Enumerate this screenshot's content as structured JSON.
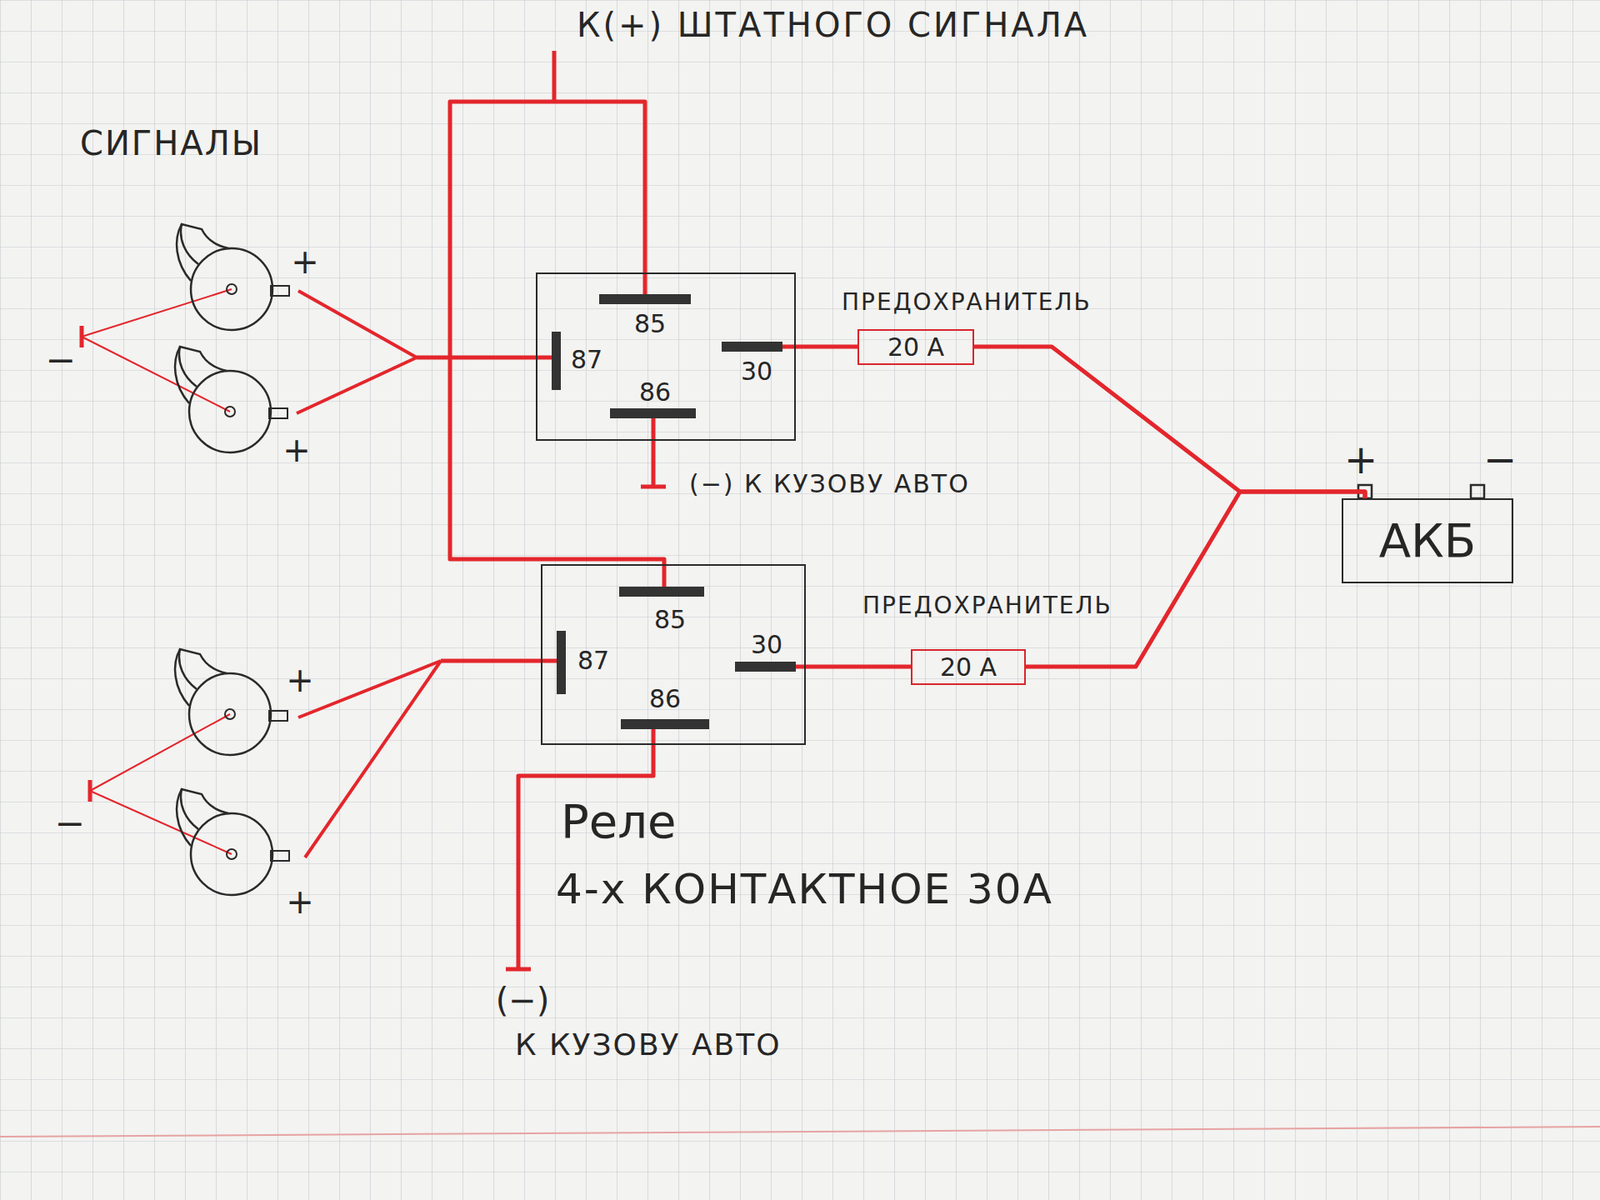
{
  "diagram": {
    "nodes": [
      {
        "text": [
          "85",
          "87",
          "30",
          "86"
        ]
      },
      {
        "text": [
          "20 A"
        ]
      },
      {
        "text": [
          "АКБ"
        ]
      },
      {
        "text": [
          "85",
          "87",
          "30",
          "86"
        ]
      },
      {
        "text": [
          "20 A"
        ]
      }
    ],
    "edges": [
      {
        "from": 0,
        "to": 1,
        "arrow": "none"
      },
      {
        "from": 1,
        "to": 2,
        "arrow": "none"
      },
      {
        "from": 3,
        "to": 4,
        "arrow": "none"
      },
      {
        "from": 4,
        "to": 2,
        "arrow": "none"
      },
      {
        "from": 0,
        "to": 3,
        "arrow": "none"
      }
    ],
    "labels": [
      "К(+) ШТАТНОГО СИГНАЛА",
      "СИГНАЛЫ",
      "+",
      "−",
      "+",
      "ПРЕДОХРАНИТЕЛЬ",
      "(−) К КУЗОВУ АВТО",
      "+",
      "−",
      "ПРЕДОХРАНИТЕЛЬ",
      "+",
      "−",
      "+",
      "Реле",
      "4-х КОНТАКТНОЕ 30А",
      "(−)",
      "К КУЗОВУ АВТО"
    ]
  }
}
